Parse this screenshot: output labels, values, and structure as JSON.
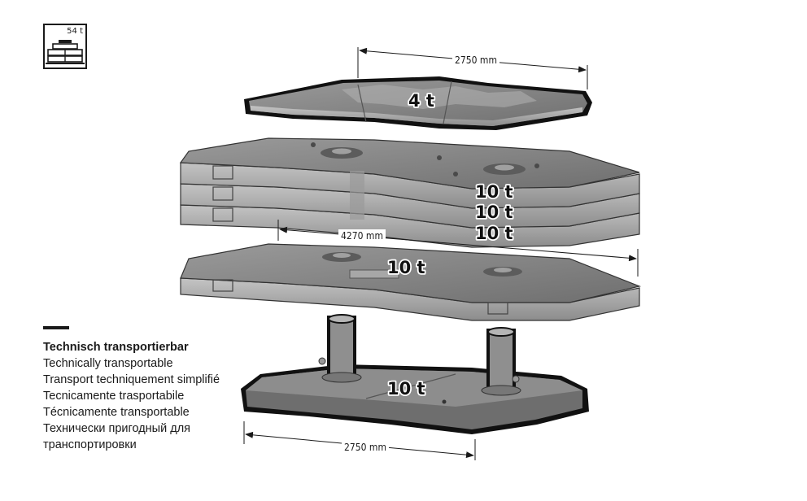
{
  "icon": {
    "name": "crane-ballast-icon",
    "capacity_label": "54 t"
  },
  "dimensions": {
    "top_width": "2750 mm",
    "middle_width": "4270 mm",
    "bottom_width": "2750 mm"
  },
  "weights": {
    "top_plate": "4 t",
    "stack_plate_1": "10 t",
    "stack_plate_2": "10 t",
    "stack_plate_3": "10 t",
    "middle_plate": "10 t",
    "base_plate": "10 t"
  },
  "legend": {
    "title": "Technisch transportierbar",
    "lines": [
      "Technically transportable",
      "Transport techniquement simplifié",
      "Tecnicamente trasportabile",
      "Técnicamente transportable",
      "Технически пригодный для",
      "транспортировки"
    ]
  },
  "colors": {
    "plate_top": "#8a8a8a",
    "plate_side": "#a9a9a9",
    "outline": "#111111",
    "dark_body": "#6e6e6e"
  }
}
